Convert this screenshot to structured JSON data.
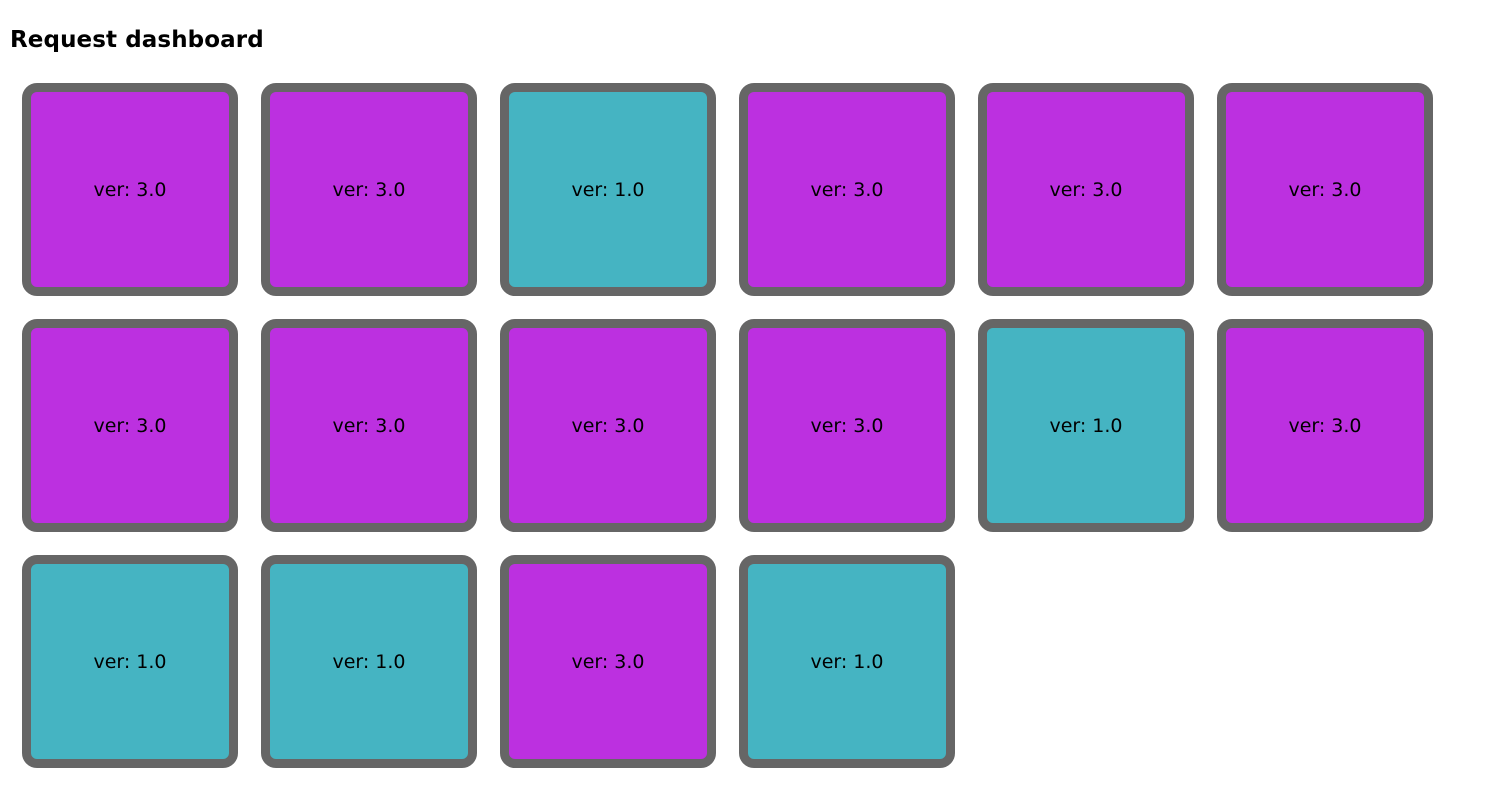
{
  "page": {
    "title": "Request dashboard",
    "background_color": "#ffffff",
    "text_color": "#000000"
  },
  "legend": {
    "version_colors": {
      "3.0": "#bc30e0",
      "1.0": "#45b4c2"
    },
    "card_border_color": "#666666"
  },
  "grid": {
    "columns_per_row": [
      6,
      6,
      4
    ],
    "total_cards": 16,
    "cards": [
      {
        "label": "ver: 3.0",
        "version": "3.0",
        "color": "#bc30e0",
        "row": 1,
        "column": 1
      },
      {
        "label": "ver: 3.0",
        "version": "3.0",
        "color": "#bc30e0",
        "row": 1,
        "column": 2
      },
      {
        "label": "ver: 1.0",
        "version": "1.0",
        "color": "#45b4c2",
        "row": 1,
        "column": 3
      },
      {
        "label": "ver: 3.0",
        "version": "3.0",
        "color": "#bc30e0",
        "row": 1,
        "column": 4
      },
      {
        "label": "ver: 3.0",
        "version": "3.0",
        "color": "#bc30e0",
        "row": 1,
        "column": 5
      },
      {
        "label": "ver: 3.0",
        "version": "3.0",
        "color": "#bc30e0",
        "row": 1,
        "column": 6
      },
      {
        "label": "ver: 3.0",
        "version": "3.0",
        "color": "#bc30e0",
        "row": 2,
        "column": 1
      },
      {
        "label": "ver: 3.0",
        "version": "3.0",
        "color": "#bc30e0",
        "row": 2,
        "column": 2
      },
      {
        "label": "ver: 3.0",
        "version": "3.0",
        "color": "#bc30e0",
        "row": 2,
        "column": 3
      },
      {
        "label": "ver: 3.0",
        "version": "3.0",
        "color": "#bc30e0",
        "row": 2,
        "column": 4
      },
      {
        "label": "ver: 1.0",
        "version": "1.0",
        "color": "#45b4c2",
        "row": 2,
        "column": 5
      },
      {
        "label": "ver: 3.0",
        "version": "3.0",
        "color": "#bc30e0",
        "row": 2,
        "column": 6
      },
      {
        "label": "ver: 1.0",
        "version": "1.0",
        "color": "#45b4c2",
        "row": 3,
        "column": 1
      },
      {
        "label": "ver: 1.0",
        "version": "1.0",
        "color": "#45b4c2",
        "row": 3,
        "column": 2
      },
      {
        "label": "ver: 3.0",
        "version": "3.0",
        "color": "#bc30e0",
        "row": 3,
        "column": 3
      },
      {
        "label": "ver: 1.0",
        "version": "1.0",
        "color": "#45b4c2",
        "row": 3,
        "column": 4
      }
    ]
  }
}
